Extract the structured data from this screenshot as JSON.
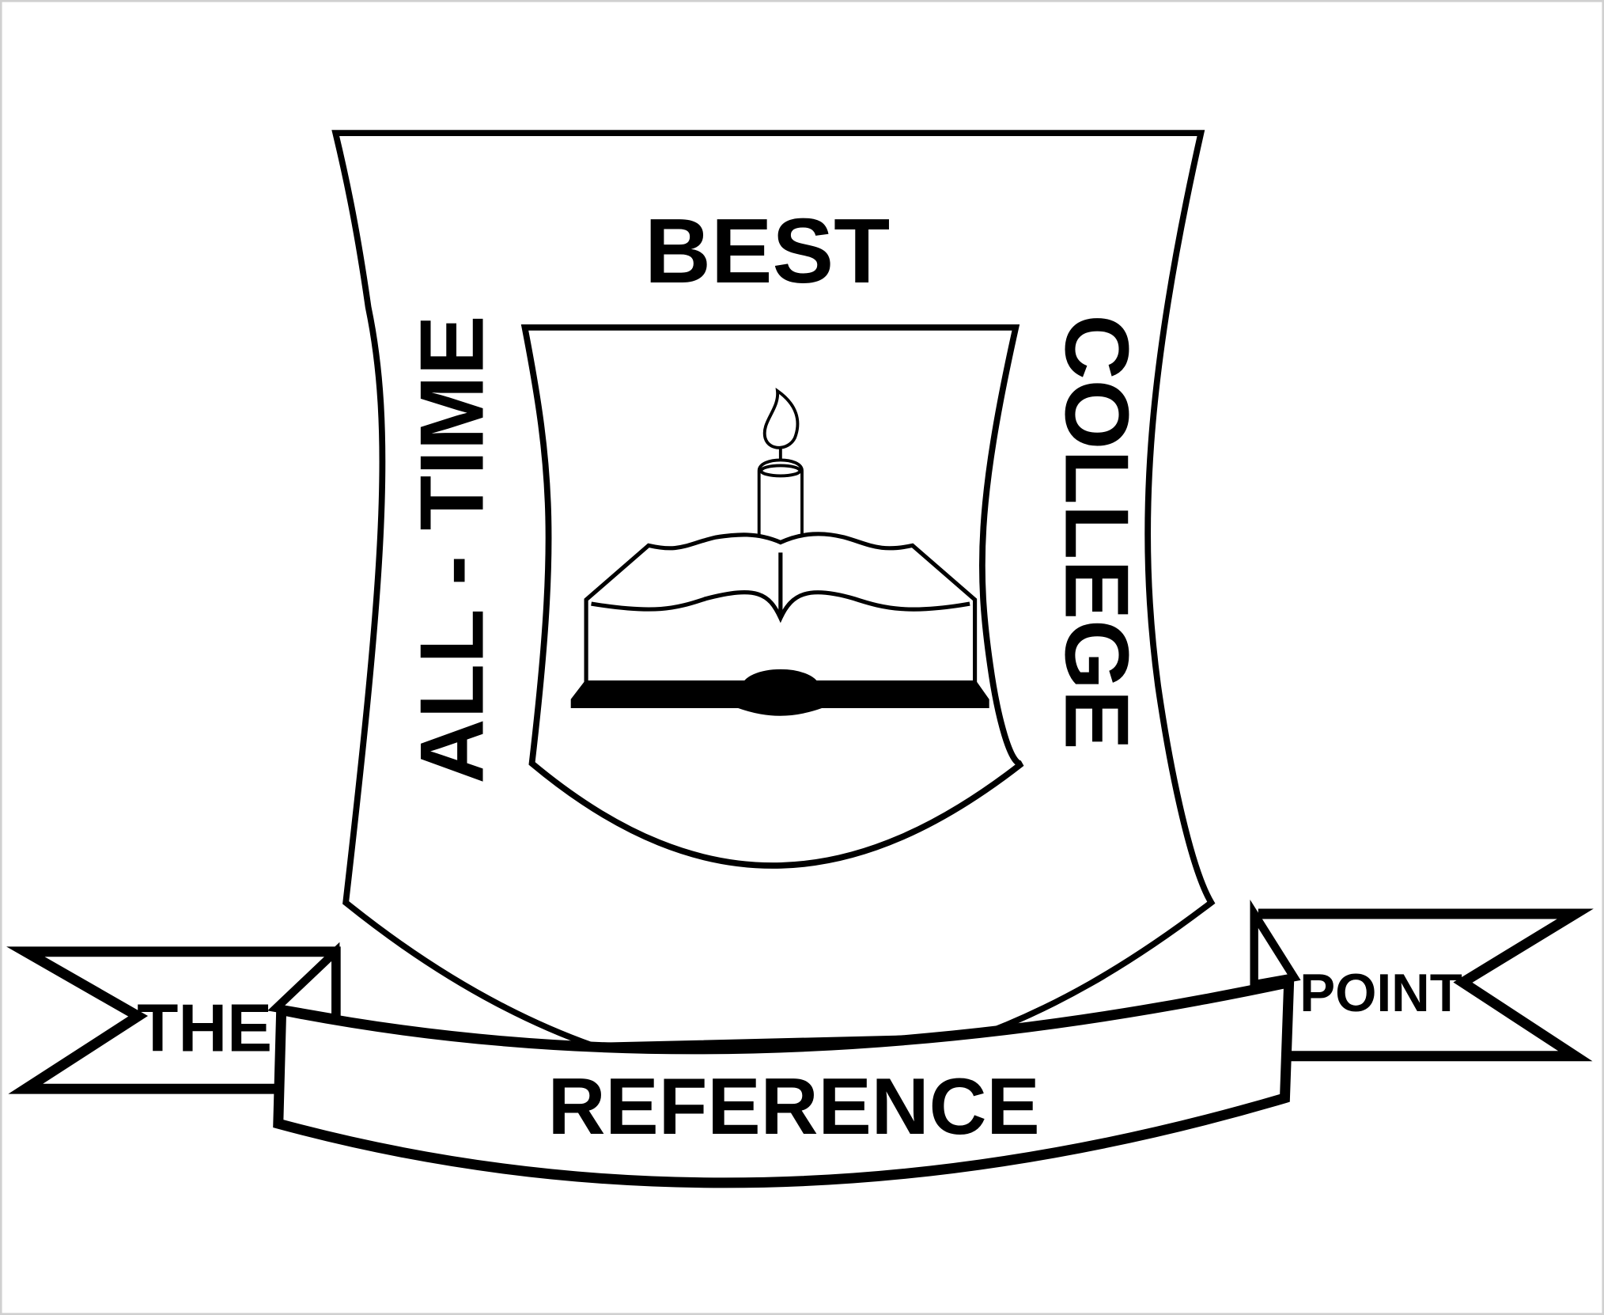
{
  "crest": {
    "top_word": "BEST",
    "left_words": "ALL - TIME",
    "right_word": "COLLEGE",
    "banner": {
      "left": "THE",
      "center": "REFERENCE",
      "right": "POINT"
    },
    "emblem": [
      "candle-icon",
      "open-book-icon"
    ],
    "colors": {
      "ink": "#000000",
      "paper": "#ffffff",
      "frame": "#d0d0d0"
    }
  }
}
